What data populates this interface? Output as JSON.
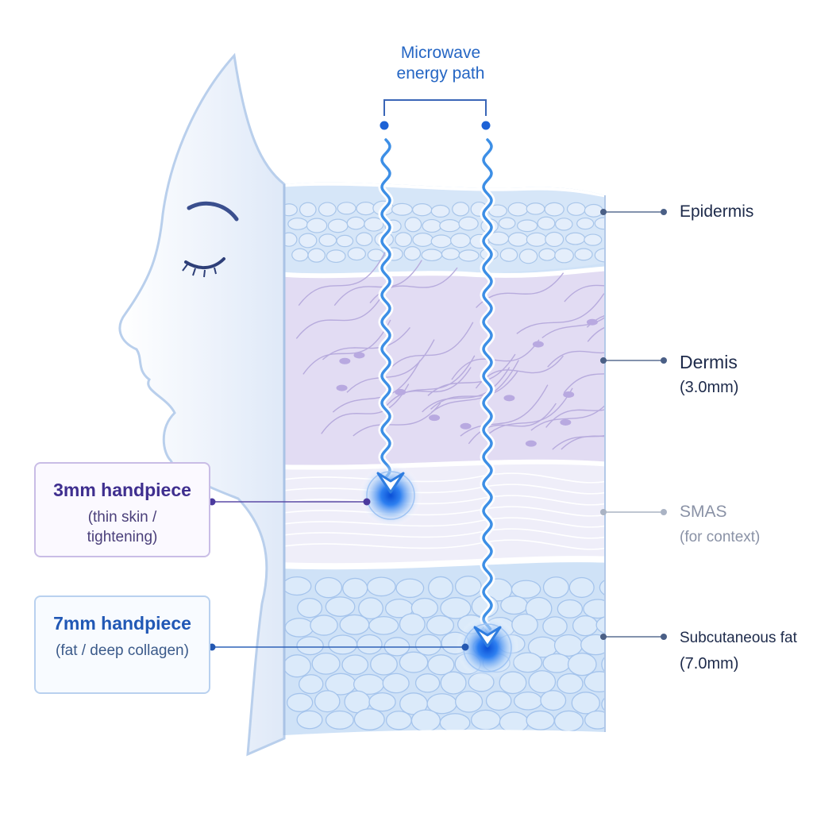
{
  "energy_path": {
    "title_line1": "Microwave",
    "title_line2": "energy path"
  },
  "layers": {
    "epidermis": {
      "label": "Epidermis"
    },
    "dermis": {
      "label": "Dermis",
      "depth": "(3.0mm)"
    },
    "smas": {
      "label": "SMAS",
      "note": "(for context)"
    },
    "fat": {
      "label": "Subcutaneous fat",
      "depth": "(7.0mm)"
    }
  },
  "handpieces": {
    "hp3": {
      "title": "3mm handpiece",
      "desc": "(thin skin / tightening)"
    },
    "hp7": {
      "title": "7mm handpiece",
      "desc": "(fat / deep collagen)"
    }
  },
  "colors": {
    "epidermis": "#d6e6f8",
    "dermis": "#e2dcf3",
    "smas": "#efeef9",
    "fat": "#cfe2f7",
    "wave": "#3d8fe6",
    "focal": "#1463e0",
    "leader": "#5a6f92",
    "face": "#e9f1fb"
  },
  "icons": [
    "face-profile-icon",
    "closed-eye-icon",
    "wave-arrow-icon",
    "focal-spot-icon"
  ]
}
